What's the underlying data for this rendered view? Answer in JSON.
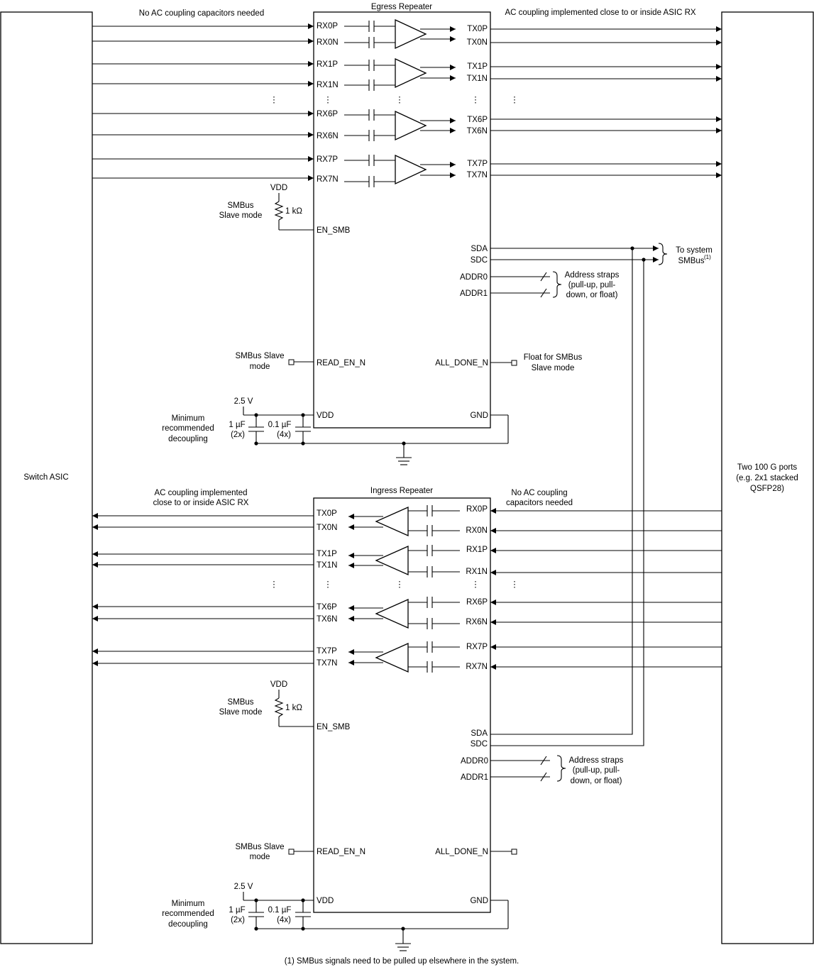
{
  "left_block": {
    "label": "Switch ASIC"
  },
  "right_block": {
    "label_lines": [
      "Two 100 G ports",
      "(e.g. 2x1 stacked",
      "QSFP28)"
    ]
  },
  "footnote": "(1) SMBus signals need to be pulled up elsewhere in the system.",
  "egress": {
    "title": "Egress Repeater",
    "left_note": "No AC coupling capacitors needed",
    "right_note": "AC coupling implemented close to or inside ASIC RX",
    "channels": [
      {
        "in_p": "RX0P",
        "in_n": "RX0N",
        "out_p": "TX0P",
        "out_n": "TX0N"
      },
      {
        "in_p": "RX1P",
        "in_n": "RX1N",
        "out_p": "TX1P",
        "out_n": "TX1N"
      },
      {
        "in_p": "RX6P",
        "in_n": "RX6N",
        "out_p": "TX6P",
        "out_n": "TX6N"
      },
      {
        "in_p": "RX7P",
        "in_n": "RX7N",
        "out_p": "TX7P",
        "out_n": "TX7N"
      }
    ],
    "pins": {
      "en_smb": "EN_SMB",
      "sda": "SDA",
      "sdc": "SDC",
      "addr0": "ADDR0",
      "addr1": "ADDR1",
      "read_en": "READ_EN_N",
      "all_done": "ALL_DONE_N",
      "vdd": "VDD",
      "gnd": "GND"
    },
    "smbus_mode_lines": [
      "SMBus",
      "Slave mode"
    ],
    "vdd_label": "VDD",
    "resistor": "1 kΩ",
    "smbus_to_lines": [
      "To system",
      "SMBus"
    ],
    "smbus_footnote_mark": "(1)",
    "addr_note_lines": [
      "Address straps",
      "(pull-up, pull-",
      "down, or float)"
    ],
    "read_en_note_lines": [
      "SMBus Slave",
      "mode"
    ],
    "all_done_note_lines": [
      "Float for SMBus",
      "Slave mode"
    ],
    "supply": "2.5 V",
    "decoupling_lines": [
      "Minimum",
      "recommended",
      "decoupling"
    ],
    "cap1": "1 µF",
    "cap1_count": "(2x)",
    "cap2": "0.1 µF",
    "cap2_count": "(4x)"
  },
  "ingress": {
    "title": "Ingress Repeater",
    "left_note_lines": [
      "AC coupling implemented",
      "close to or inside ASIC RX"
    ],
    "right_note_lines": [
      "No AC coupling",
      "capacitors needed"
    ],
    "channels": [
      {
        "out_p": "TX0P",
        "out_n": "TX0N",
        "in_p": "RX0P",
        "in_n": "RX0N"
      },
      {
        "out_p": "TX1P",
        "out_n": "TX1N",
        "in_p": "RX1P",
        "in_n": "RX1N"
      },
      {
        "out_p": "TX6P",
        "out_n": "TX6N",
        "in_p": "RX6P",
        "in_n": "RX6N"
      },
      {
        "out_p": "TX7P",
        "out_n": "TX7N",
        "in_p": "RX7P",
        "in_n": "RX7N"
      }
    ],
    "pins": {
      "en_smb": "EN_SMB",
      "sda": "SDA",
      "sdc": "SDC",
      "addr0": "ADDR0",
      "addr1": "ADDR1",
      "read_en": "READ_EN_N",
      "all_done": "ALL_DONE_N",
      "vdd": "VDD",
      "gnd": "GND"
    },
    "smbus_mode_lines": [
      "SMBus",
      "Slave mode"
    ],
    "vdd_label": "VDD",
    "resistor": "1 kΩ",
    "addr_note_lines": [
      "Address straps",
      "(pull-up, pull-",
      "down, or float)"
    ],
    "read_en_note_lines": [
      "SMBus Slave",
      "mode"
    ],
    "supply": "2.5 V",
    "decoupling_lines": [
      "Minimum",
      "recommended",
      "decoupling"
    ],
    "cap1": "1 µF",
    "cap1_count": "(2x)",
    "cap2": "0.1 µF",
    "cap2_count": "(4x)"
  }
}
